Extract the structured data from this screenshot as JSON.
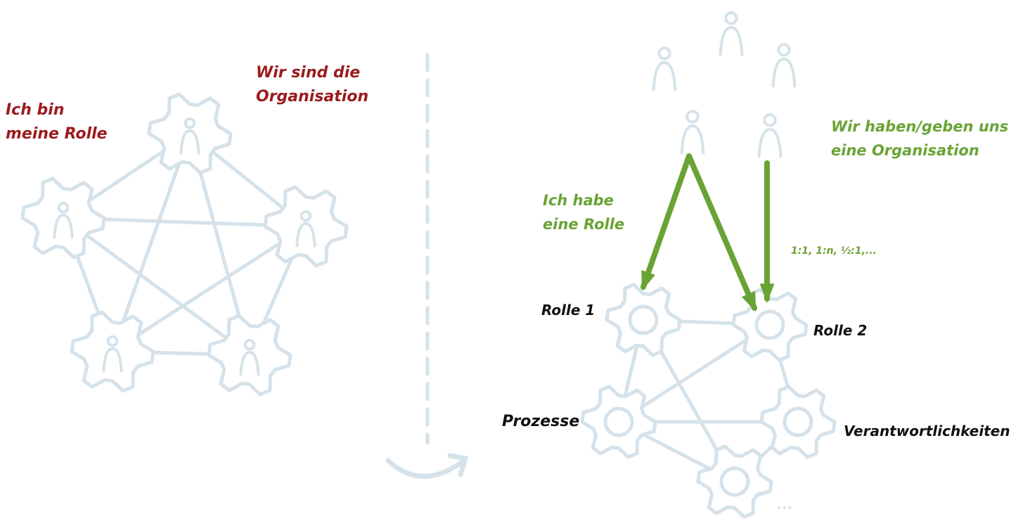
{
  "colors": {
    "sketch": "#d5e2ea",
    "red": "#9b1b1e",
    "green": "#6aa335",
    "text": "#111111"
  },
  "left": {
    "label_role": [
      "Ich bin",
      "meine Rolle"
    ],
    "label_org": [
      "Wir sind die",
      "Organisation"
    ]
  },
  "right": {
    "label_org": [
      "Wir haben/geben uns",
      "eine Organisation"
    ],
    "label_role": [
      "Ich habe",
      "eine Rolle"
    ],
    "ratio": "1:1, 1:n, ½:1,...",
    "role1": "Rolle 1",
    "role2": "Rolle 2",
    "processes": "Prozesse",
    "responsibilities": "Verantwortlichkeiten",
    "more": "..."
  }
}
